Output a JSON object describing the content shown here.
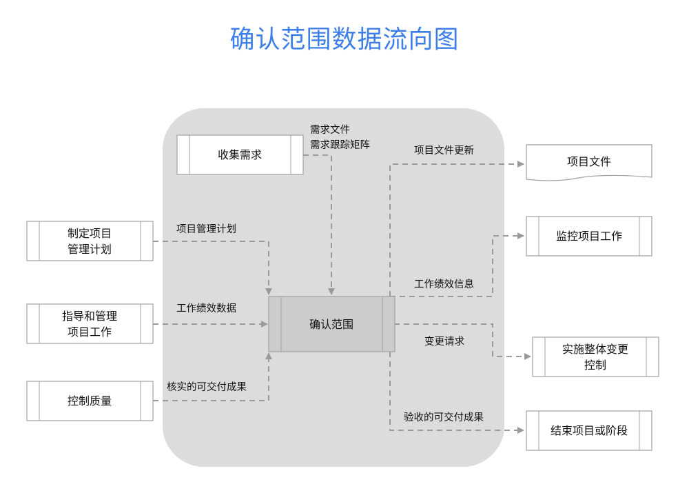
{
  "title": "确认范围数据流向图",
  "colors": {
    "title": "#3d7fe8",
    "panel": "#dcdcdc",
    "box_border": "#a0a0a0",
    "center_fill": "#c9c9c9",
    "arrow": "#9a9a9a"
  },
  "center_process": {
    "label": "确认范围"
  },
  "inputs": [
    {
      "id": "collect",
      "lines": [
        "收集需求"
      ],
      "flow_lines": [
        "需求文件",
        "需求跟踪矩阵"
      ]
    },
    {
      "id": "plan",
      "lines": [
        "制定项目",
        "管理计划"
      ],
      "flow_lines": [
        "项目管理计划"
      ]
    },
    {
      "id": "direct",
      "lines": [
        "指导和管理",
        "项目工作"
      ],
      "flow_lines": [
        "工作绩效数据"
      ]
    },
    {
      "id": "quality",
      "lines": [
        "控制质量"
      ],
      "flow_lines": [
        "核实的可交付成果"
      ]
    }
  ],
  "outputs": [
    {
      "id": "docs",
      "lines": [
        "项目文件"
      ],
      "flow_lines": [
        "项目文件更新"
      ],
      "shape": "document"
    },
    {
      "id": "monitor",
      "lines": [
        "监控项目工作"
      ],
      "flow_lines": [
        "工作绩效信息"
      ]
    },
    {
      "id": "change",
      "lines": [
        "实施整体变更",
        "控制"
      ],
      "flow_lines": [
        "变更请求"
      ]
    },
    {
      "id": "close",
      "lines": [
        "结束项目或阶段"
      ],
      "flow_lines": [
        "验收的可交付成果"
      ]
    }
  ]
}
